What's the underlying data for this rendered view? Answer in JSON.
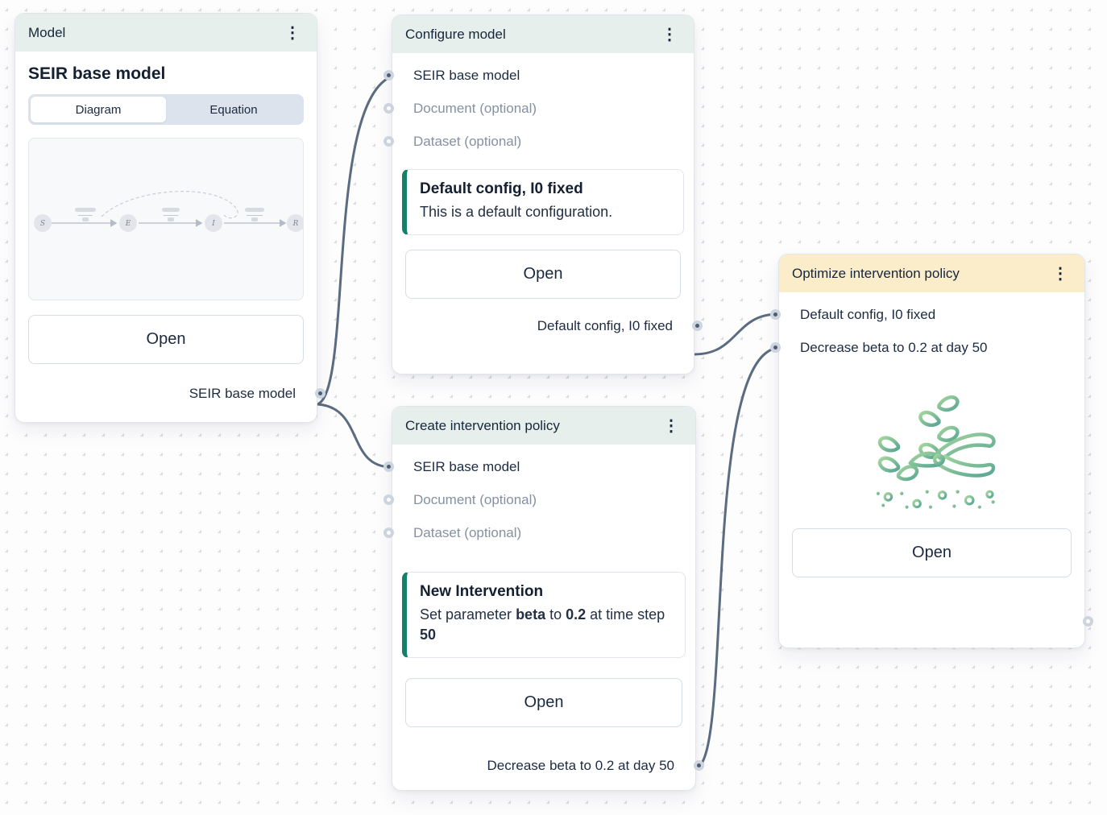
{
  "icons": {
    "kebab": "⋮",
    "optimize_illustration": "pruning-shears-cutting-plant"
  },
  "colors": {
    "header_default": "#e6efeb",
    "header_highlight": "#fbecca",
    "accent_teal": "#15806a",
    "edge": "#5b6b80",
    "port_fill": "#4e5d75",
    "port_ring": "#ccd4de"
  },
  "nodes": {
    "model": {
      "title": "Model",
      "name": "SEIR base model",
      "tabs": [
        "Diagram",
        "Equation"
      ],
      "active_tab": "Diagram",
      "diagram_preview": {
        "states": [
          "S",
          "E",
          "I",
          "R"
        ]
      },
      "open_label": "Open",
      "output_label": "SEIR base model"
    },
    "configure": {
      "title": "Configure model",
      "inputs": [
        "SEIR base model",
        "Document (optional)",
        "Dataset (optional)"
      ],
      "config_card": {
        "title": "Default config, I0 fixed",
        "description": "This is a default configuration."
      },
      "open_label": "Open",
      "output_label": "Default config, I0 fixed"
    },
    "create_intervention": {
      "title": "Create intervention policy",
      "inputs": [
        "SEIR base model",
        "Document (optional)",
        "Dataset (optional)"
      ],
      "intervention_card": {
        "title": "New Intervention",
        "segments": [
          "Set parameter ",
          "beta",
          " to ",
          "0.2",
          " at time step ",
          "50"
        ]
      },
      "open_label": "Open",
      "output_label": "Decrease beta to 0.2 at day 50"
    },
    "optimize": {
      "title": "Optimize intervention policy",
      "inputs": [
        "Default config, I0 fixed",
        "Decrease beta to 0.2 at day 50"
      ],
      "open_label": "Open"
    }
  }
}
